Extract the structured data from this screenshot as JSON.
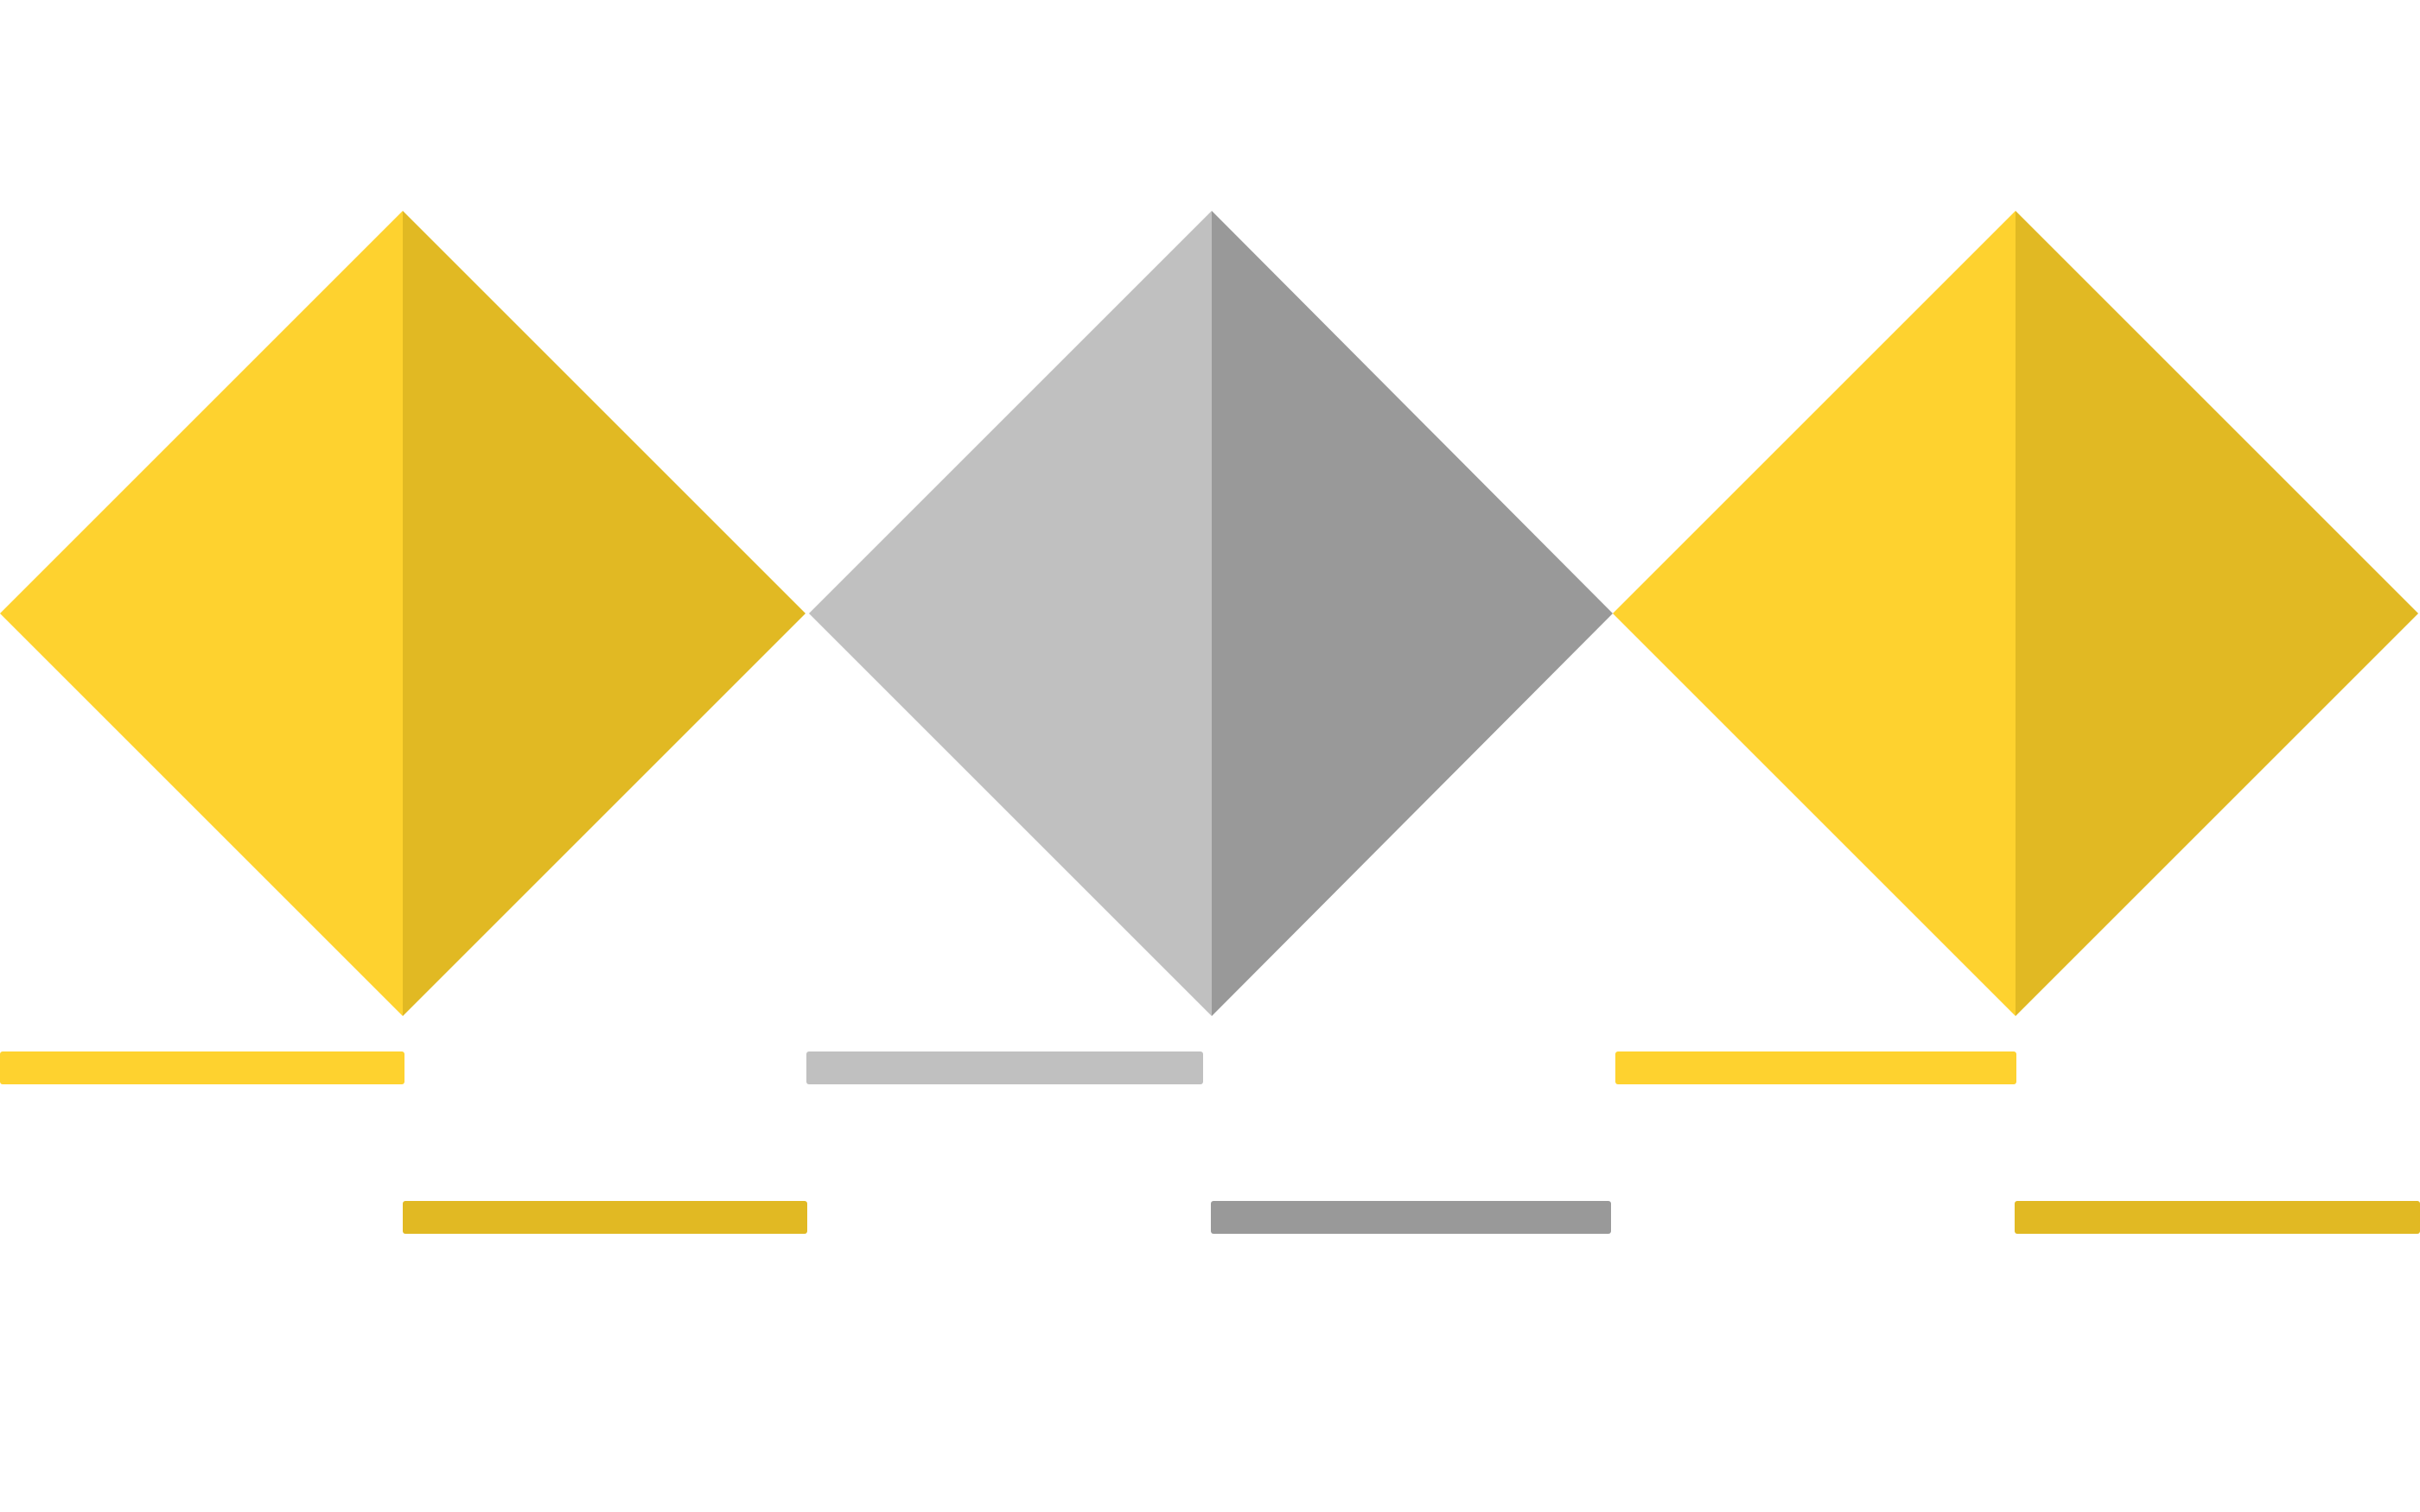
{
  "colors": {
    "background": "#ffffff",
    "yellow_light": "#fed22f",
    "yellow_dark": "#e1b923",
    "gray_light": "#c0c0c0",
    "gray_dark": "#999999"
  },
  "diamonds": [
    {
      "name": "diamond-1",
      "left_color": "#fed22f",
      "right_color": "#e1b923"
    },
    {
      "name": "diamond-2",
      "left_color": "#c0c0c0",
      "right_color": "#999999"
    },
    {
      "name": "diamond-3",
      "left_color": "#fed22f",
      "right_color": "#e1b923"
    }
  ],
  "bars": [
    {
      "name": "bar-1-upper",
      "color": "#fed22f"
    },
    {
      "name": "bar-1-lower",
      "color": "#e1b923"
    },
    {
      "name": "bar-2-upper",
      "color": "#c0c0c0"
    },
    {
      "name": "bar-2-lower",
      "color": "#999999"
    },
    {
      "name": "bar-3-upper",
      "color": "#fed22f"
    },
    {
      "name": "bar-3-lower",
      "color": "#e1b923"
    }
  ]
}
